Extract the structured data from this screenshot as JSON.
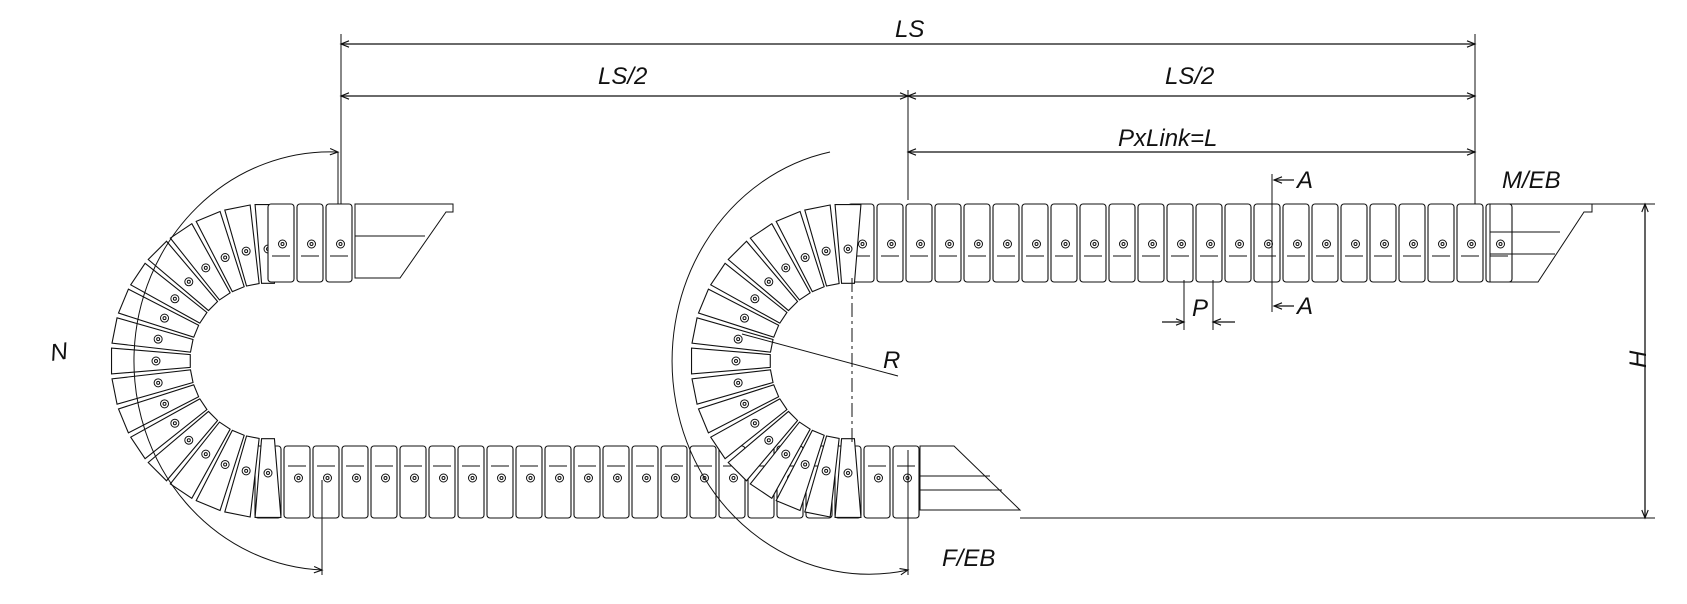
{
  "diagram": {
    "labels": {
      "ls": "LS",
      "ls_half_left": "LS/2",
      "ls_half_right": "LS/2",
      "pitch_length": "PxLink=L",
      "moving_end": "M/EB",
      "fixed_end": "F/EB",
      "height": "H",
      "radius": "R",
      "n": "N",
      "pitch": "P",
      "section_top": "A",
      "section_bottom": "A"
    },
    "colors": {
      "line": "#111111",
      "background": "#ffffff"
    }
  }
}
